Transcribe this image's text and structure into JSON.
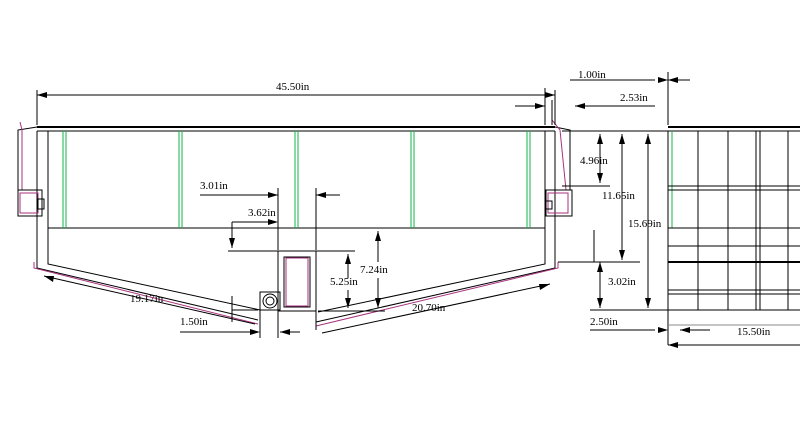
{
  "colors": {
    "line": "#000000",
    "stiffener": "#11b34a",
    "liner": "#a8327e",
    "background": "#ffffff"
  },
  "dimensions": {
    "overall_width": "45.50in",
    "top_offset_a": "1.00in",
    "top_offset_b": "2.53in",
    "depth_upper": "4.96in",
    "depth_mid": "11.65in",
    "depth_total": "15.69in",
    "depth_lower": "3.02in",
    "sump_width": "3.01in",
    "sump_offset": "3.62in",
    "sump_depth": "5.25in",
    "sump_height": "7.24in",
    "left_slope": "19.17in",
    "right_slope": "20.70in",
    "pipe_gap": "1.50in",
    "side_offset": "2.50in",
    "side_width": "15.50in"
  }
}
